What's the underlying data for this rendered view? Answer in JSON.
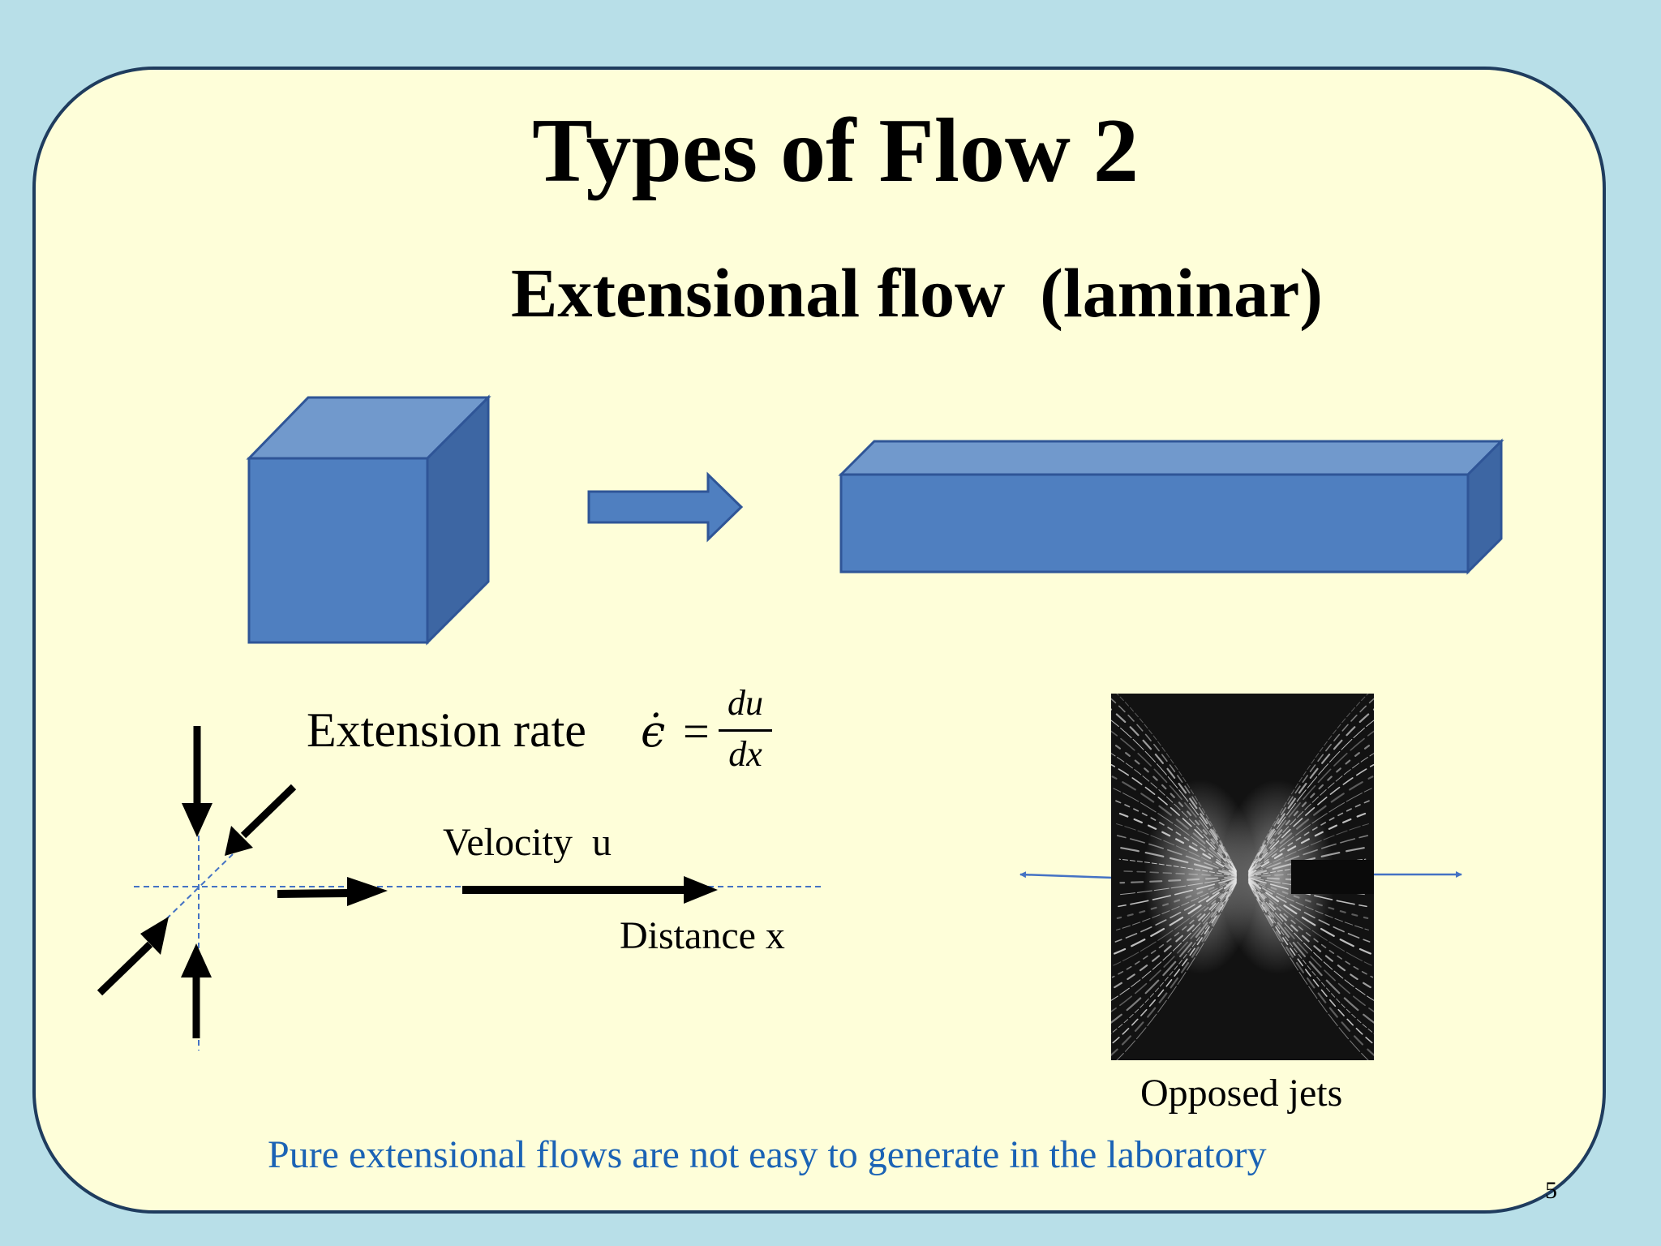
{
  "slide": {
    "title": "Types of Flow 2",
    "subtitle": "Extensional flow  (laminar)",
    "extension_rate_label": "Extension rate",
    "equation": {
      "lhs": "ϵ̇",
      "equals": "=",
      "numerator": "du",
      "denominator": "dx"
    },
    "velocity_label": "Velocity  u",
    "distance_label": "Distance x",
    "photo_caption": "Opposed jets",
    "footer_note": "Pure extensional flows are not easy to generate in the laboratory",
    "page_number": "5"
  },
  "colors": {
    "background": "#b8dfe8",
    "card": "#fefed9",
    "card_border": "#1f3c5e",
    "shape_fill": "#4f7fc0",
    "footer_text": "#1b63b5"
  }
}
